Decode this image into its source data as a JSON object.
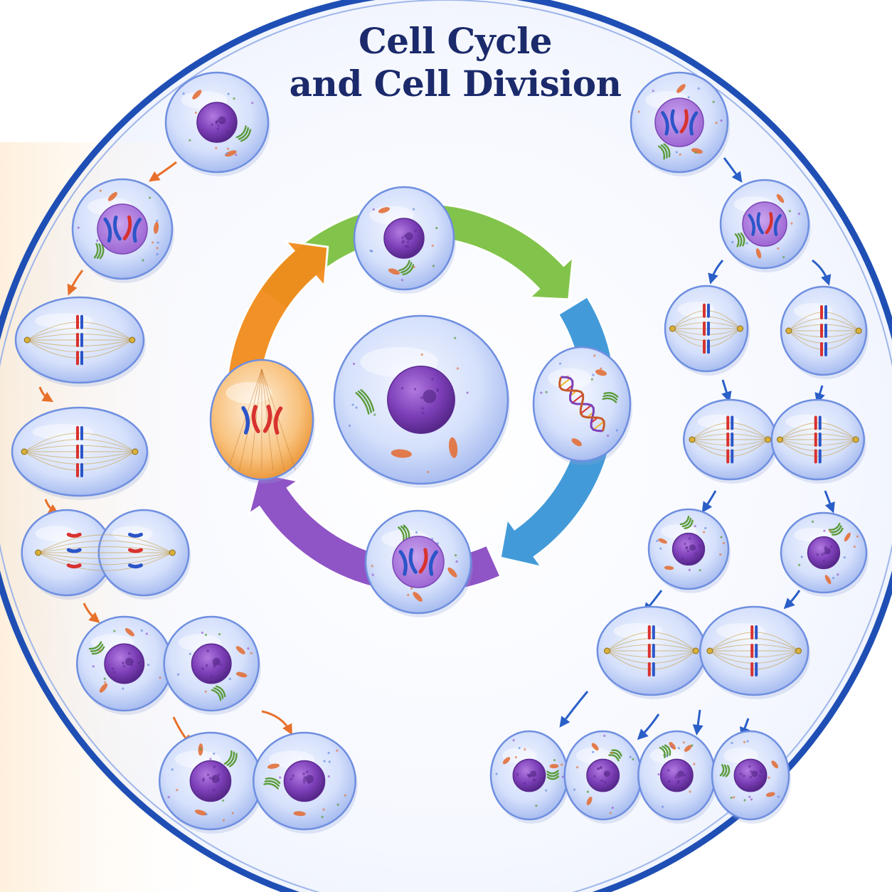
{
  "title": {
    "line1": "Cell Cycle",
    "line2": "and Cell Division"
  },
  "colors": {
    "frame": "#1f4fb5",
    "cell_membrane": "#6f8fe0",
    "cytoplasm": "#dbe5fb",
    "nucleus": "#7d3fb8",
    "chromosome_red": "#d8322f",
    "chromosome_blue": "#2b55c8",
    "mitochondria": "#e2703a",
    "golgi": "#5a9b3a",
    "cycle_green": "#7cc242",
    "cycle_blue": "#3a95d6",
    "cycle_purple": "#8a4cc4",
    "cycle_orange": "#f28c1c",
    "arrow_left": "#e8702a",
    "arrow_right": "#2a5fc8"
  },
  "cycle": {
    "segments": [
      {
        "name": "green",
        "color": "#7cc242"
      },
      {
        "name": "blue",
        "color": "#3a95d6"
      },
      {
        "name": "purple",
        "color": "#8a4cc4"
      },
      {
        "name": "orange",
        "color": "#f28c1c"
      }
    ],
    "stage_cells": [
      {
        "name": "cycle-cell-top",
        "content": "nucleus"
      },
      {
        "name": "cycle-cell-right",
        "content": "dna"
      },
      {
        "name": "cycle-cell-bottom",
        "content": "chromosomes"
      },
      {
        "name": "cycle-cell-left",
        "content": "chromosomes-orange"
      }
    ]
  },
  "mitosis_sequence": [
    {
      "name": "mitosis-interphase",
      "type": "nucleus"
    },
    {
      "name": "mitosis-prophase",
      "type": "chromosomes"
    },
    {
      "name": "mitosis-metaphase",
      "type": "spindle"
    },
    {
      "name": "mitosis-metaphase-late",
      "type": "spindle"
    },
    {
      "name": "mitosis-anaphase",
      "type": "split-chromosomes"
    },
    {
      "name": "mitosis-telophase",
      "type": "two-nuclei"
    },
    {
      "name": "mitosis-daughter-cells",
      "type": "two-nuclei"
    }
  ],
  "meiosis_sequence": [
    {
      "name": "meiosis-prophase-i",
      "type": "chromosomes"
    },
    {
      "name": "meiosis-metaphase-i",
      "type": "chromosomes"
    },
    {
      "name": "meiosis-anaphase-i-left",
      "type": "spindle"
    },
    {
      "name": "meiosis-anaphase-i-right",
      "type": "spindle"
    },
    {
      "name": "meiosis-telophase-i",
      "type": "double-spindle"
    },
    {
      "name": "meiosis-interkinesis-left",
      "type": "nucleus"
    },
    {
      "name": "meiosis-interkinesis-right",
      "type": "nucleus"
    },
    {
      "name": "meiosis-division-ii",
      "type": "double-spindle"
    },
    {
      "name": "meiosis-four-daughter-cells",
      "type": "four-nuclei"
    }
  ]
}
